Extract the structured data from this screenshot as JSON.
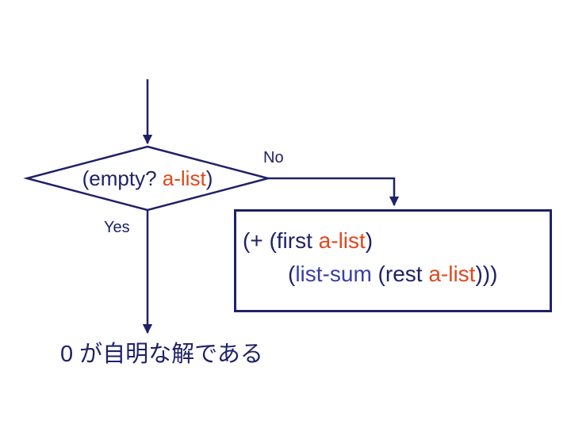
{
  "colors": {
    "navy": "#1f2167",
    "orange": "#df491d",
    "blue": "#3a40a2",
    "background": "#ffffff"
  },
  "diagram": {
    "decision": {
      "segments": [
        {
          "text": "(empty? ",
          "color": "navy"
        },
        {
          "text": "a-list",
          "color": "orange"
        },
        {
          "text": ")",
          "color": "navy"
        }
      ]
    },
    "labels": {
      "no": "No",
      "yes": "Yes"
    },
    "process_box": {
      "line1": [
        {
          "text": "(+ (first ",
          "color": "navy"
        },
        {
          "text": "a-list",
          "color": "orange"
        },
        {
          "text": ")",
          "color": "navy"
        }
      ],
      "line2": [
        {
          "text": "(",
          "color": "navy"
        },
        {
          "text": "list-sum",
          "color": "blue"
        },
        {
          "text": " (rest ",
          "color": "navy"
        },
        {
          "text": "a-list",
          "color": "orange"
        },
        {
          "text": ")))",
          "color": "navy"
        }
      ]
    },
    "note": "0 が自明な解である"
  }
}
